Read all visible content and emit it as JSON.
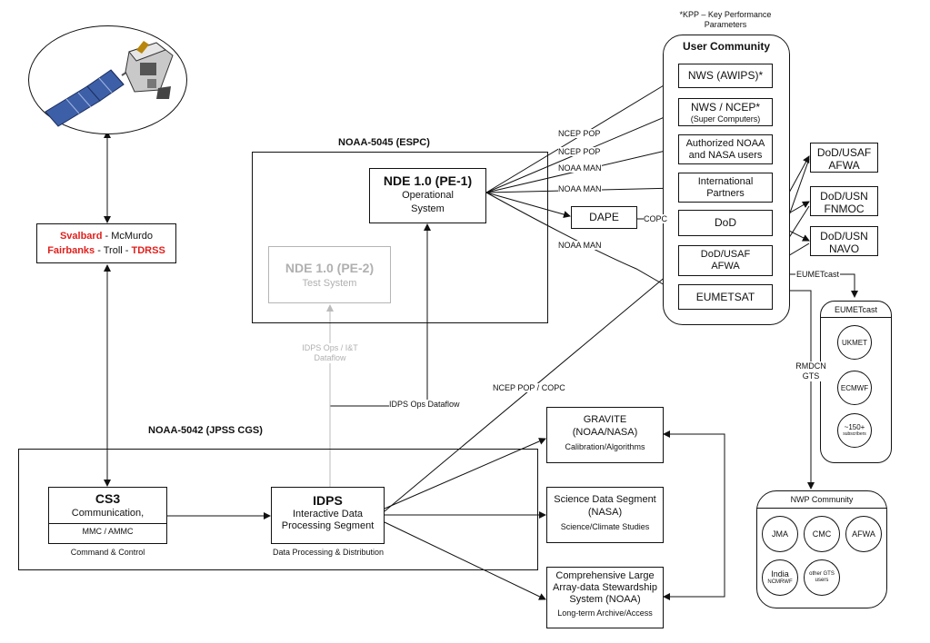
{
  "kpp_note": {
    "line1": "*KPP – Key Performance",
    "line2": "Parameters"
  },
  "ground_stations": {
    "sval": "Svalbard",
    "mcm": " - McMurdo",
    "fair": "Fairbanks",
    "troll": " - Troll - ",
    "tdrss": "TDRSS"
  },
  "user_community": {
    "title": "User Community",
    "nws_awips": "NWS (AWIPS)*",
    "nws_ncep_l1": "NWS / NCEP*",
    "nws_ncep_l2": "(Super Computers)",
    "auth_l1": "Authorized NOAA",
    "auth_l2": "and NASA users",
    "intl_l1": "International",
    "intl_l2": "Partners",
    "dod": "DoD",
    "usaf_l1": "DoD/USAF",
    "usaf_l2": "AFWA",
    "eumetsat": "EUMETSAT"
  },
  "dod_boxes": {
    "afwa_l1": "DoD/USAF",
    "afwa_l2": "AFWA",
    "fnmoc_l1": "DoD/USN",
    "fnmoc_l2": "FNMOC",
    "navo_l1": "DoD/USN",
    "navo_l2": "NAVO"
  },
  "espc": {
    "title": "NOAA-5045 (ESPC)",
    "pe1_title": "NDE 1.0 (PE-1)",
    "pe1_l1": "Operational",
    "pe1_l2": "System",
    "pe2_title": "NDE 1.0 (PE-2)",
    "pe2_l1": "Test System"
  },
  "dape": "DAPE",
  "jpss": {
    "title": "NOAA-5042 (JPSS CGS)",
    "cs3_title": "CS3",
    "cs3_l1": "Communication,",
    "cs3_l2": "MMC / AMMC",
    "cs3_caption": "Command & Control",
    "idps_title": "IDPS",
    "idps_l1": "Interactive Data",
    "idps_l2": "Processing Segment",
    "idps_caption": "Data Processing & Distribution"
  },
  "gravite": {
    "l1": "GRAVITE",
    "l2": "(NOAA/NASA)",
    "l3": "Calibration/Algorithms"
  },
  "sds": {
    "l1": "Science Data Segment",
    "l2": "(NASA)",
    "l3": "Science/Climate Studies"
  },
  "class": {
    "l1": "Comprehensive Large",
    "l2": "Array-data Stewardship",
    "l3": "System (NOAA)",
    "l4": "Long-term Archive/Access"
  },
  "eumetcast": {
    "label": "EUMETcast",
    "title": "EUMETcast",
    "ukmet": "UKMET",
    "ecmwf": "ECMWF",
    "subs_l1": "~150+",
    "subs_l2": "subscribers"
  },
  "nwp": {
    "title": "NWP Community",
    "jma": "JMA",
    "cmc": "CMC",
    "afwa": "AFWA",
    "india_l1": "India",
    "india_l2": "NCMRWF",
    "other_l1": "other GTS",
    "other_l2": "users"
  },
  "labels": {
    "ncep_pop_1": "NCEP POP",
    "ncep_pop_2": "NCEP POP",
    "noaa_man_1": "NOAA MAN",
    "noaa_man_2": "NOAA MAN",
    "noaa_man_3": "NOAA MAN",
    "copc": "COPC",
    "idps_ops_it_l1": "IDPS Ops / I&T",
    "idps_ops_it_l2": "Dataflow",
    "idps_ops": "IDPS Ops Dataflow",
    "ncep_pop_copc": "NCEP POP / COPC",
    "rmdcn_l1": "RMDCN",
    "rmdcn_l2": "GTS"
  },
  "icons": {
    "satellite": "satellite-icon"
  }
}
